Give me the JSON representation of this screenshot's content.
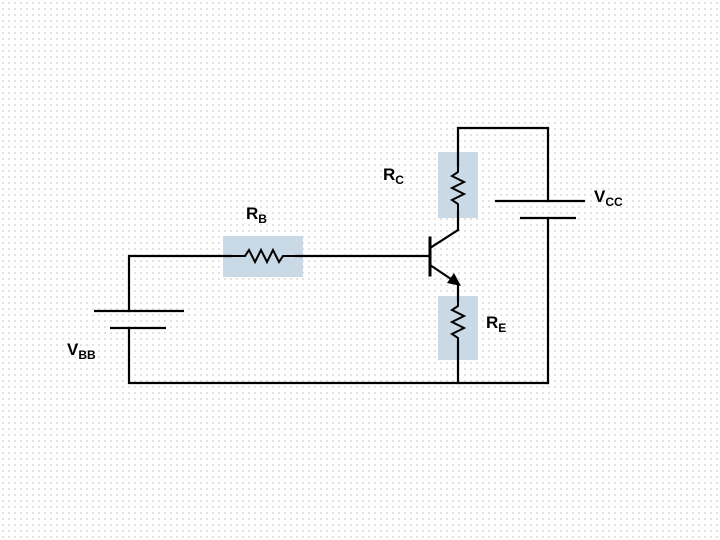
{
  "colors": {
    "wire": "#000000",
    "resistor_highlight": "#c9d9e5",
    "background": "#ffffff",
    "grid_dot": "#d9d9d9"
  },
  "components": {
    "rb": {
      "main": "R",
      "sub": "B"
    },
    "rc": {
      "main": "R",
      "sub": "C"
    },
    "re": {
      "main": "R",
      "sub": "E"
    },
    "vbb": {
      "main": "V",
      "sub": "BB"
    },
    "vcc": {
      "main": "V",
      "sub": "CC"
    }
  }
}
